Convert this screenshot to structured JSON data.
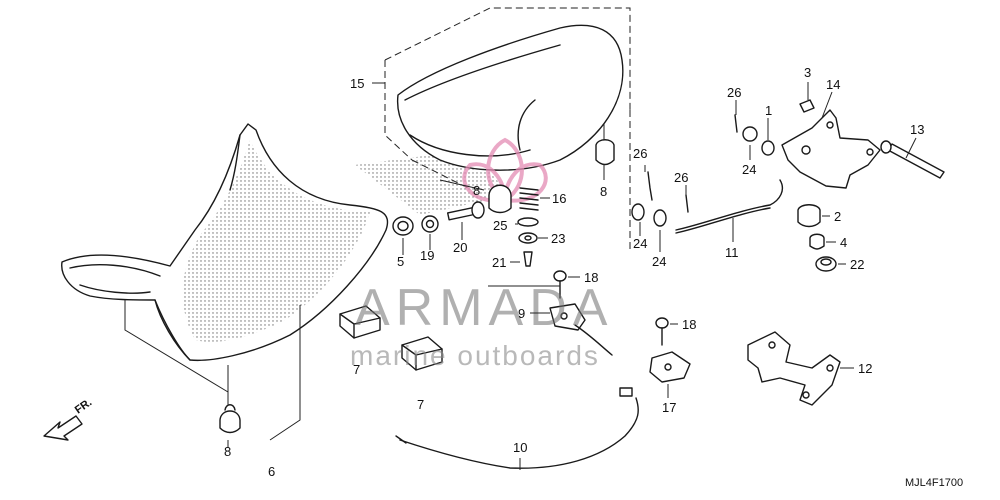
{
  "diagram": {
    "drawing_code": "MJL4F1700",
    "front_marker": "FR.",
    "colors": {
      "line": "#1a1a1a",
      "watermark": "#7a7a7a",
      "logo_accent": "#e48bb4"
    },
    "watermark": {
      "title": "ARMADA",
      "subtitle": "marine outboards"
    },
    "callouts": {
      "c1": "1",
      "c2": "2",
      "c3": "3",
      "c4": "4",
      "c5": "5",
      "c6": "6",
      "c7a": "7",
      "c7b": "7",
      "c8a": "8",
      "c8b": "8",
      "c8c": "8",
      "c9": "9",
      "c10": "10",
      "c11": "11",
      "c12": "12",
      "c13": "13",
      "c14": "14",
      "c15": "15",
      "c16": "16",
      "c17": "17",
      "c18a": "18",
      "c18b": "18",
      "c19": "19",
      "c20": "20",
      "c21": "21",
      "c22": "22",
      "c23": "23",
      "c24a": "24",
      "c24b": "24",
      "c24c": "24",
      "c25": "25",
      "c26a": "26",
      "c26b": "26",
      "c26c": "26"
    }
  }
}
